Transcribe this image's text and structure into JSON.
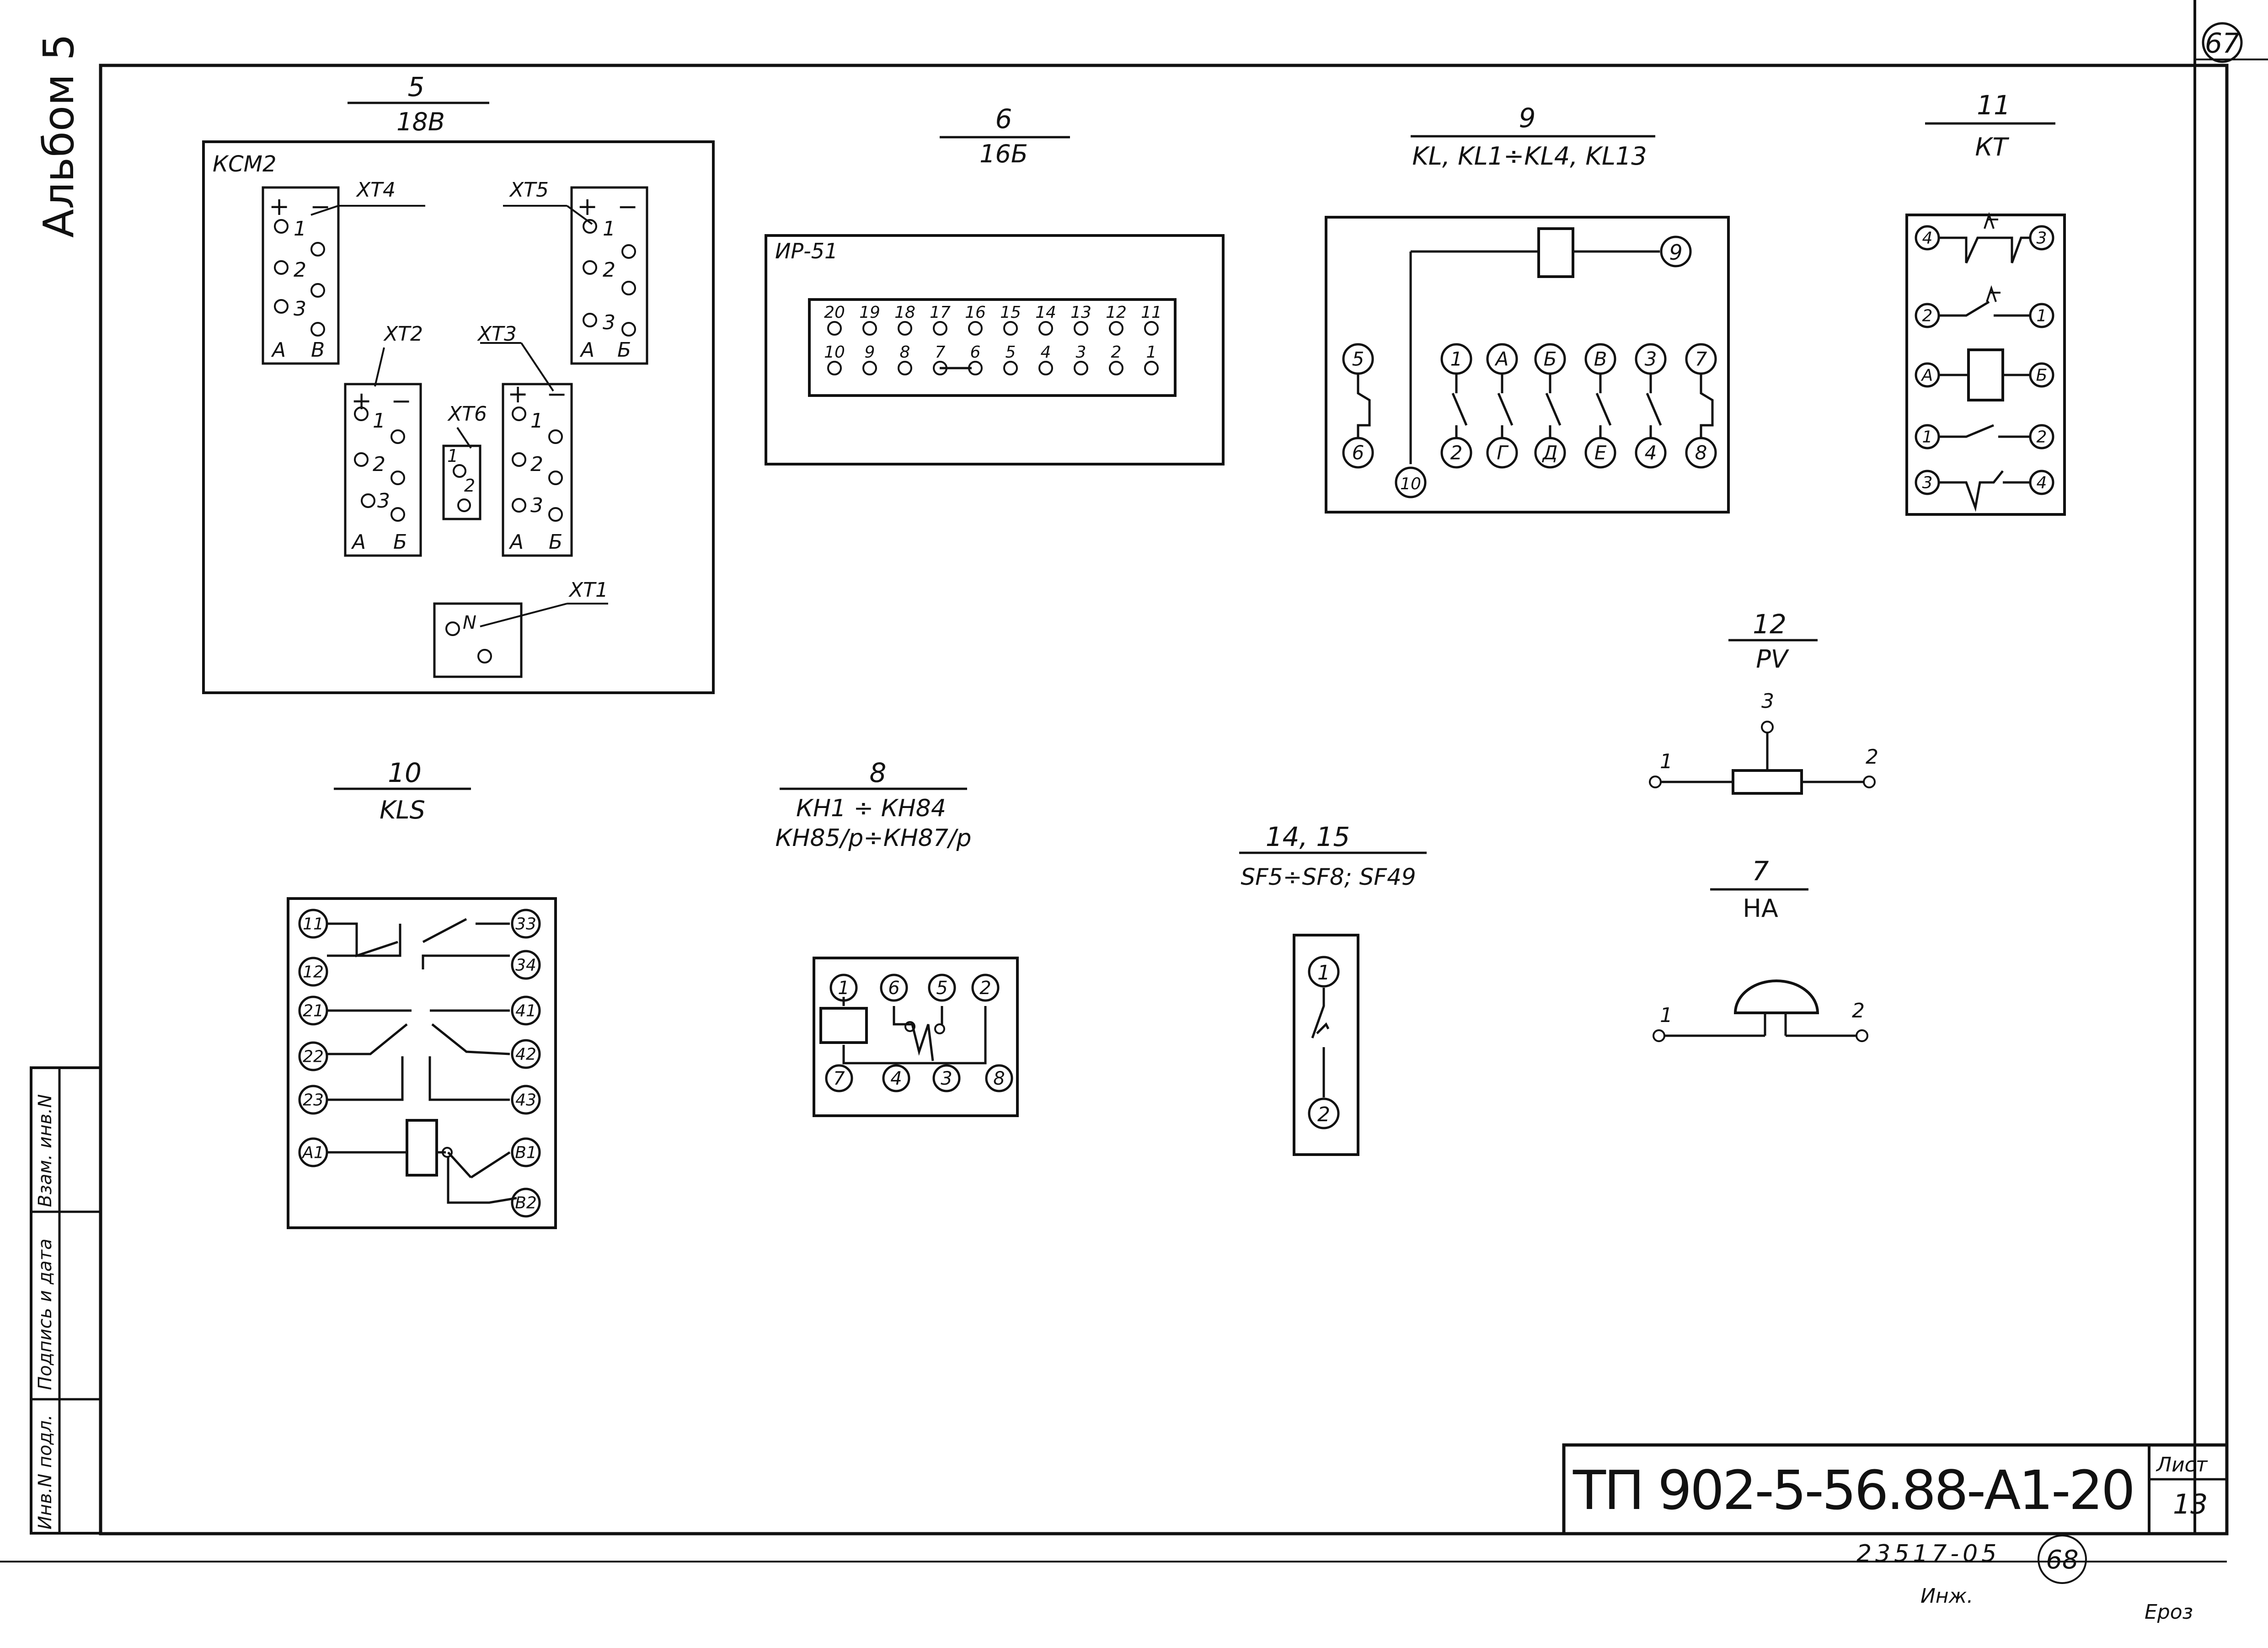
{
  "sheet_number": "67",
  "album_label": "Альбом 5",
  "side_stamp": {
    "col1": "Инв.N подл.",
    "col2": "Подпись и дата",
    "col3": "Взам. инв.N"
  },
  "title_block": {
    "designation": "ТП 902-5-56.88-А1-20",
    "sheet_label": "Лист",
    "sheet_value": "13"
  },
  "bottom": {
    "code": "23517-05",
    "circled": "68",
    "sig1": "Инж.",
    "sig2": "Ероз"
  },
  "blocks": {
    "b5": {
      "num": "5",
      "ref": "18В",
      "panel": "КСМ2",
      "xt4": "ХТ4",
      "xt5": "ХТ5",
      "xt2": "ХТ2",
      "xt3": "ХТ3",
      "xt6": "ХТ6",
      "xt1": "ХТ1",
      "plus": "+",
      "minus": "−",
      "a": "А",
      "b": "Б",
      "b_alt": "В",
      "n": "N",
      "p1": "1",
      "p2": "2",
      "p3": "3"
    },
    "b6": {
      "num": "6",
      "ref": "16Б",
      "panel": "ИР-51",
      "top_pins": [
        "20",
        "19",
        "18",
        "17",
        "16",
        "15",
        "14",
        "13",
        "12",
        "11"
      ],
      "bot_pins": [
        "10",
        "9",
        "8",
        "7",
        "6",
        "5",
        "4",
        "3",
        "2",
        "1"
      ]
    },
    "b9": {
      "num": "9",
      "ref": "KL, KL1÷KL4, KL13",
      "coil_pin": "9",
      "common": "10",
      "top": [
        "5",
        "1",
        "А",
        "Б",
        "В",
        "3",
        "7"
      ],
      "bot": [
        "6",
        "2",
        "Г",
        "Д",
        "Е",
        "4",
        "8"
      ]
    },
    "b11": {
      "num": "11",
      "ref": "КТ",
      "rows": [
        [
          "4",
          "3"
        ],
        [
          "2",
          "1"
        ],
        [
          "А",
          "Б"
        ],
        [
          "1",
          "2"
        ],
        [
          "3",
          "4"
        ]
      ]
    },
    "b12": {
      "num": "12",
      "ref": "PV",
      "p1": "1",
      "p2": "2",
      "p3": "3"
    },
    "b7": {
      "num": "7",
      "ref": "НА",
      "p1": "1",
      "p2": "2"
    },
    "b10": {
      "num": "10",
      "ref": "KLS",
      "left": [
        "11",
        "12",
        "21",
        "22",
        "23",
        "А1"
      ],
      "right": [
        "33",
        "34",
        "41",
        "42",
        "43",
        "В1",
        "В2"
      ]
    },
    "b8": {
      "num": "8",
      "ref1": "КН1 ÷ КН84",
      "ref2": "КН85/р÷КН87/р",
      "top": [
        "1",
        "6",
        "5",
        "2"
      ],
      "bot": [
        "7",
        "4",
        "3",
        "8"
      ]
    },
    "b14": {
      "num": "14, 15",
      "ref": "SF5÷SF8; SF49",
      "p1": "1",
      "p2": "2"
    }
  }
}
